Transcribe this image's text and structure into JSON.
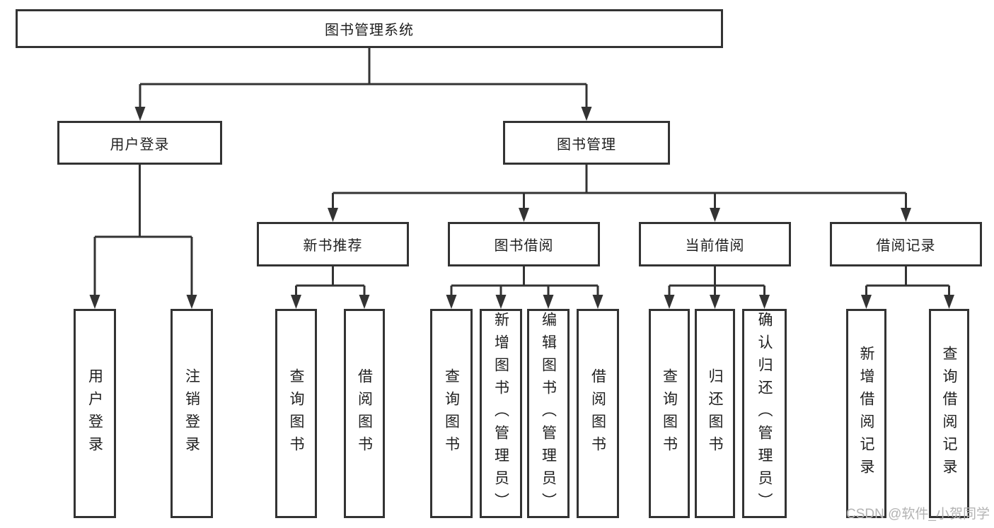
{
  "tree": {
    "label": "图书管理系统",
    "children": [
      {
        "label": "用户登录",
        "children": [
          {
            "label": "用户登录"
          },
          {
            "label": "注销登录"
          }
        ]
      },
      {
        "label": "图书管理",
        "children": [
          {
            "label": "新书推荐",
            "children": [
              {
                "label": "查询图书"
              },
              {
                "label": "借阅图书"
              }
            ]
          },
          {
            "label": "图书借阅",
            "children": [
              {
                "label": "查询图书"
              },
              {
                "label": "新增图书（管理员）"
              },
              {
                "label": "编辑图书（管理员）"
              },
              {
                "label": "借阅图书"
              }
            ]
          },
          {
            "label": "当前借阅",
            "children": [
              {
                "label": "查询图书"
              },
              {
                "label": "归还图书"
              },
              {
                "label": "确认归还（管理员）"
              }
            ]
          },
          {
            "label": "借阅记录",
            "children": [
              {
                "label": "新增借阅记录"
              },
              {
                "label": "查询借阅记录"
              }
            ]
          }
        ]
      }
    ]
  },
  "watermark": {
    "text": "CSDN @软件_小贺同学"
  },
  "colors": {
    "line": "#333333",
    "text": "#1f1f1f",
    "watermark": "#b3b3b3",
    "background": "#ffffff"
  }
}
